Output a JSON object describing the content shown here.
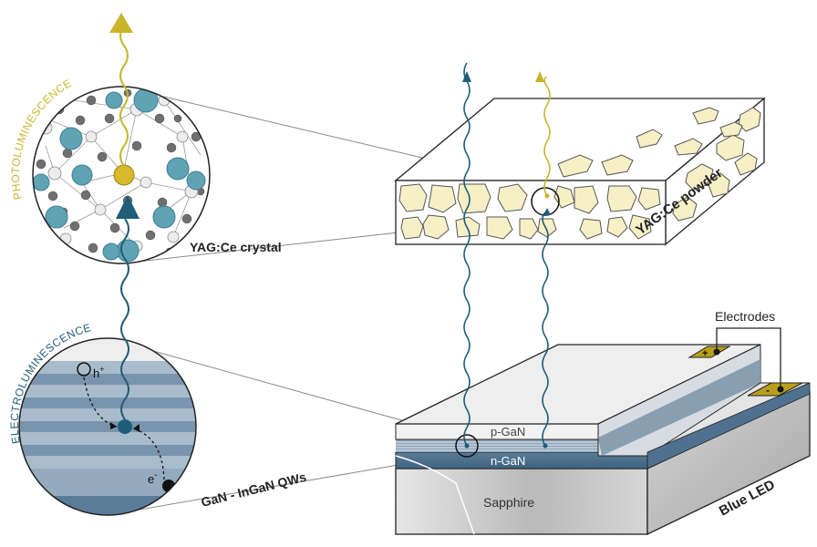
{
  "labels": {
    "photoluminescence": "PHOTOLUMINESCENCE",
    "electroluminescence": "ELECTROLUMINESCENCE",
    "yag_crystal": "YAG:Ce crystal",
    "yag_powder": "YAG:Ce powder",
    "gan_ingan": "GaN - InGaN QWs",
    "p_gan": "p-GaN",
    "n_gan": "n-GaN",
    "sapphire": "Sapphire",
    "blue_led": "Blue LED",
    "electrodes": "Electrodes",
    "plus": "+",
    "minus": "-",
    "hole": "h",
    "hole_sup": "+",
    "electron": "e",
    "electron_sup": "-"
  },
  "colors": {
    "blue_emission": "#1f5d78",
    "yellow_emission": "#c9b52a",
    "yag_particle": "#f7efc6",
    "atom_teal": "#5fa3b5",
    "atom_grey": "#6f6f6f",
    "atom_white": "#e8e8e8",
    "qw_dark": "#7a94ad",
    "qw_light": "#a9bccc",
    "gold_pad": "#b9a01c"
  }
}
